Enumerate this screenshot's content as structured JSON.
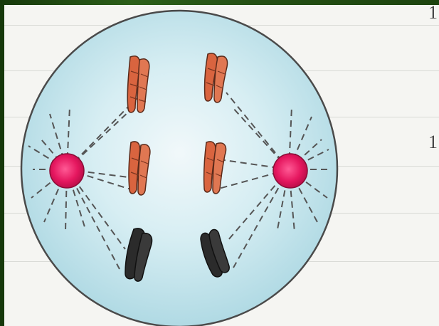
{
  "figure": {
    "type": "cell-division-illustration",
    "stage": "anaphase",
    "colors": {
      "frame": "#2c5f19",
      "paper": "#f5f5f2",
      "cell_fill": "#bfe3ea",
      "cell_outline": "#4a4a4a",
      "centrosome": "#e5175f",
      "chromosome_orange": "#d9643f",
      "chromosome_dark": "#2b2b2b",
      "spindle_line": "#555555"
    },
    "chromosome_pairs": 3,
    "margin_glyphs": {
      "top": "1",
      "middle": "1"
    }
  }
}
